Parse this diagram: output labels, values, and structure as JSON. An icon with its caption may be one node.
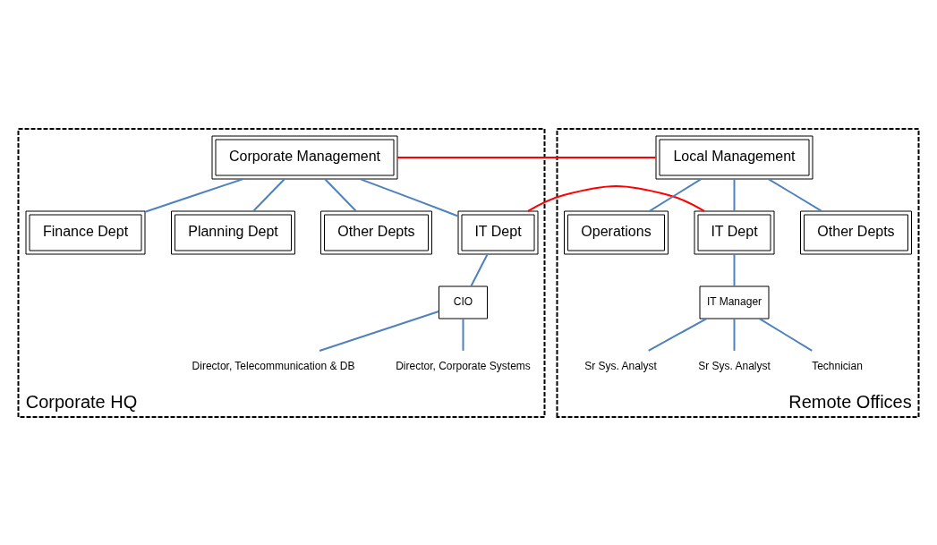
{
  "diagram": {
    "nodes": [
      {
        "text": [
          "Corporate HQ"
        ]
      },
      {
        "text": [
          "Corporate Management"
        ],
        "in": 0
      },
      {
        "text": [
          "Finance Dept"
        ],
        "in": 0
      },
      {
        "text": [
          "Planning Dept"
        ],
        "in": 0
      },
      {
        "text": [
          "Other Depts"
        ],
        "in": 0
      },
      {
        "text": [
          "IT Dept"
        ],
        "in": 0
      },
      {
        "text": [
          "CIO"
        ],
        "in": 0
      },
      {
        "text": [
          "Director, Telecommunication & DB"
        ],
        "in": 0
      },
      {
        "text": [
          "Director, Corporate Systems"
        ],
        "in": 0
      },
      {
        "text": [
          "Remote Offices"
        ]
      },
      {
        "text": [
          "Local Management"
        ],
        "in": 9
      },
      {
        "text": [
          "Operations"
        ],
        "in": 9
      },
      {
        "text": [
          "IT Dept"
        ],
        "in": 9
      },
      {
        "text": [
          "Other Depts"
        ],
        "in": 9
      },
      {
        "text": [
          "IT Manager"
        ],
        "in": 9
      },
      {
        "text": [
          "Sr Sys. Analyst"
        ],
        "in": 9
      },
      {
        "text": [
          "Sr Sys. Analyst"
        ],
        "in": 9
      },
      {
        "text": [
          "Technician"
        ],
        "in": 9
      }
    ],
    "edges": [
      {
        "from": 1,
        "to": 10,
        "arrow": "none",
        "color": "#ff0000"
      },
      {
        "from": 1,
        "to": 2,
        "arrow": "none"
      },
      {
        "from": 1,
        "to": 3,
        "arrow": "none"
      },
      {
        "from": 1,
        "to": 4,
        "arrow": "none"
      },
      {
        "from": 1,
        "to": 5,
        "arrow": "none"
      },
      {
        "from": 5,
        "to": 12,
        "arrow": "none",
        "color": "#ff0000"
      },
      {
        "from": 5,
        "to": 6,
        "arrow": "none"
      },
      {
        "from": 6,
        "to": 7,
        "arrow": "none"
      },
      {
        "from": 6,
        "to": 8,
        "arrow": "none"
      },
      {
        "from": 10,
        "to": 11,
        "arrow": "none"
      },
      {
        "from": 10,
        "to": 12,
        "arrow": "none"
      },
      {
        "from": 10,
        "to": 13,
        "arrow": "none"
      },
      {
        "from": 12,
        "to": 14,
        "arrow": "none"
      },
      {
        "from": 14,
        "to": 15,
        "arrow": "none"
      },
      {
        "from": 14,
        "to": 16,
        "arrow": "none"
      },
      {
        "from": 14,
        "to": 17,
        "arrow": "none"
      }
    ]
  }
}
